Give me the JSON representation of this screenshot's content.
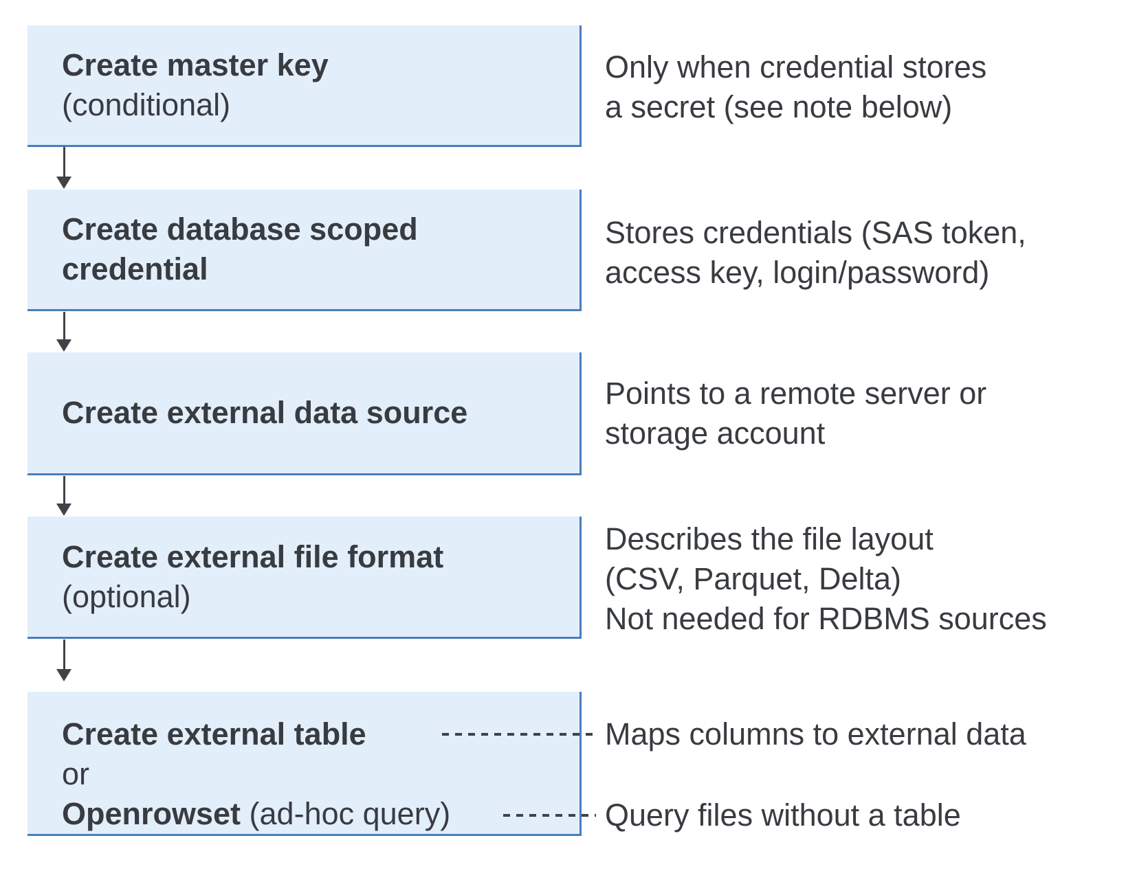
{
  "colors": {
    "box_fill": "#e3eefb",
    "box_border": "#4a7db9",
    "text": "#383b40",
    "arrow": "#3f4247"
  },
  "boxes": [
    {
      "id": "create-master-key",
      "lines": [
        {
          "bold": "Create master key"
        },
        {
          "plain": "(conditional)"
        }
      ],
      "notes": [
        "Only when credential stores",
        "a secret (see note below)"
      ]
    },
    {
      "id": "create-database-scoped-credential",
      "lines": [
        {
          "bold": "Create database scoped"
        },
        {
          "bold": "credential"
        }
      ],
      "notes": [
        "Stores credentials (SAS token,",
        "access key, login/password)"
      ]
    },
    {
      "id": "create-external-data-source",
      "lines": [
        {
          "bold": "Create external data source"
        }
      ],
      "notes": [
        "Points to a remote server or",
        "storage account"
      ]
    },
    {
      "id": "create-external-file-format",
      "lines": [
        {
          "bold": "Create external file format"
        },
        {
          "plain": "(optional)"
        }
      ],
      "notes": [
        "Describes the file layout",
        "(CSV, Parquet, Delta)",
        "Not needed for RDBMS sources"
      ]
    },
    {
      "id": "create-external-table-or-openrowset",
      "lines": [
        {
          "bold": "Create external table"
        },
        {
          "plain": "or"
        },
        {
          "bold": "Openrowset",
          "plain": " (ad-hoc query)"
        }
      ],
      "notes": [
        "Maps columns to external data",
        "Query files without a table"
      ]
    }
  ]
}
